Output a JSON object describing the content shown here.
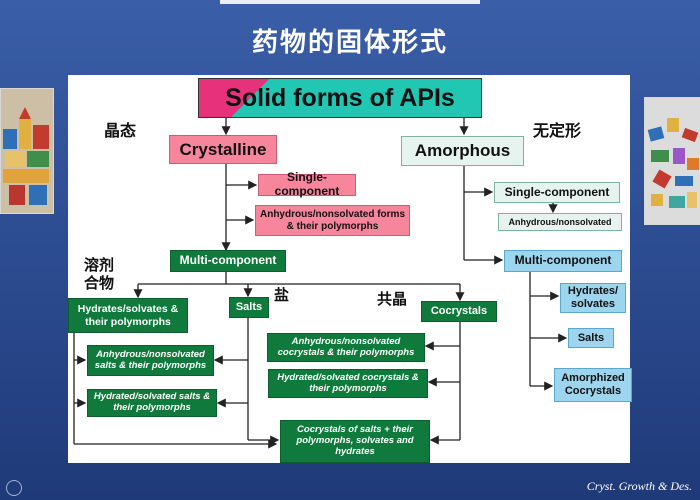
{
  "slide": {
    "title": "药物的固体形式",
    "citation": "Cryst. Growth & Des."
  },
  "labels": {
    "crystalline_cn": "晶态",
    "amorphous_cn": "无定形",
    "solvate_cn_1": "溶剂",
    "solvate_cn_2": "合物",
    "salt_cn": "盐",
    "cocrystal_cn": "共晶"
  },
  "nodes": {
    "root": "Solid forms of APIs",
    "crystalline": "Crystalline",
    "amorphous": "Amorphous",
    "cr_single": "Single-component",
    "cr_anhydrous": "Anhydrous/nonsolvated forms & their polymorphs",
    "am_single": "Single-component",
    "am_anhydrous": "Anhydrous/nonsolvated",
    "cr_multi": "Multi-component",
    "am_multi": "Multi-component",
    "hydrates": "Hydrates/solvates & their polymorphs",
    "salts": "Salts",
    "cocrystals": "Cocrystals",
    "anh_salts": "Anhydrous/nonsolvated salts & their polymorphs",
    "hyd_salts": "Hydrated/solvated salts & their polymorphs",
    "anh_cocrystals": "Anhydrous/nonsolvated cocrystals & their polymorphs",
    "hyd_cocrystals": "Hydrated/solvated cocrystals & their polymorphs",
    "cocrystals_of_salts": "Cocrystals of salts + their polymorphs, solvates and hydrates",
    "am_hydrates": "Hydrates/ solvates",
    "am_salts": "Salts",
    "am_cocrystals": "Amorphized Cocrystals"
  },
  "colors": {
    "green": "#107a3c",
    "pink": "#f7869d",
    "blue": "#9dd4ee",
    "root_teal": "#22c7b4",
    "root_magenta": "#e7317a"
  }
}
